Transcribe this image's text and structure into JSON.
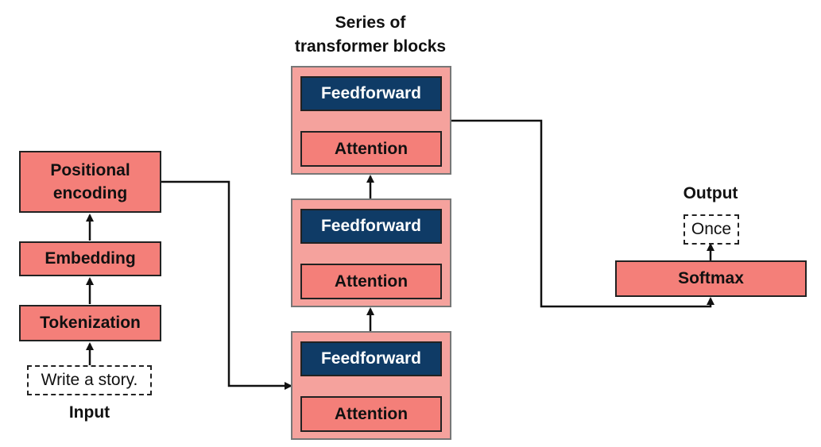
{
  "input": {
    "label": "Input",
    "text": "Write a story."
  },
  "pipeline": {
    "tokenization": "Tokenization",
    "embedding": "Embedding",
    "positional_encoding": "Positional\nencoding"
  },
  "transformer": {
    "title_line1": "Series of",
    "title_line2": "transformer blocks",
    "blocks": [
      {
        "feedforward": "Feedforward",
        "attention": "Attention"
      },
      {
        "feedforward": "Feedforward",
        "attention": "Attention"
      },
      {
        "feedforward": "Feedforward",
        "attention": "Attention"
      }
    ]
  },
  "output": {
    "label": "Output",
    "softmax": "Softmax",
    "text": "Once"
  },
  "colors": {
    "salmon": "#f47f79",
    "block_bg": "#f5a29d",
    "navy": "#0f3b66"
  }
}
